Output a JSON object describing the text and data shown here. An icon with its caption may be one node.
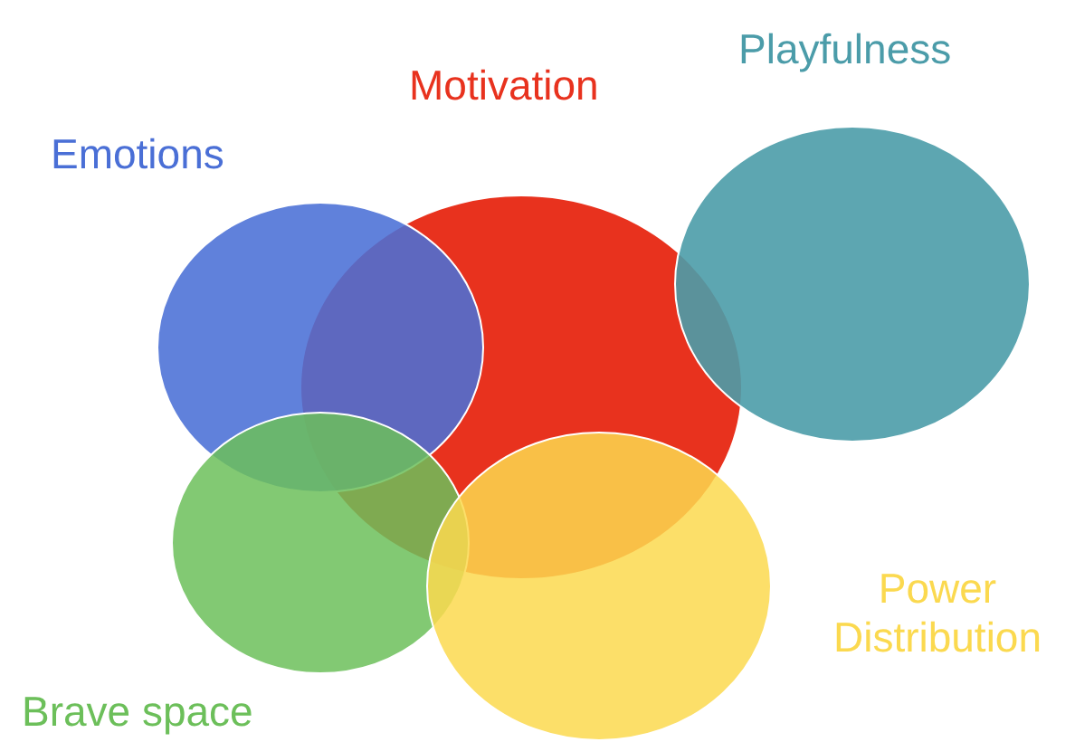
{
  "diagram": {
    "nodes": [
      {
        "text": [
          "Emotions"
        ]
      },
      {
        "text": [
          "Motivation"
        ]
      },
      {
        "text": [
          "Playfulness"
        ]
      },
      {
        "text": [
          "Brave space"
        ]
      },
      {
        "text": [
          "Power Distribution"
        ]
      }
    ]
  }
}
